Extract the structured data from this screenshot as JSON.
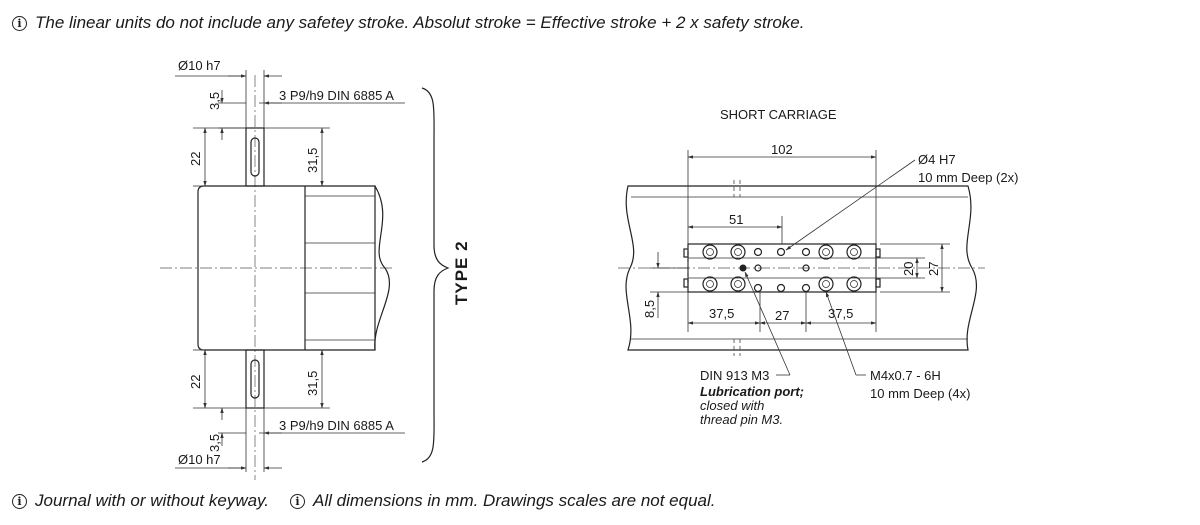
{
  "notes": {
    "top": "The linear units do not include any safetey stroke. Absolut stroke = Effective stroke + 2 x safety stroke.",
    "bottom_left": "Journal with or without keyway.",
    "bottom_right": "All dimensions in mm. Drawings scales are not equal."
  },
  "icons": {
    "note_icon": "info-icon",
    "note_icon_glyph": "i"
  },
  "left_view": {
    "shaft_dia_top": "Ø10 h7",
    "shaft_dia_bottom": "Ø10 h7",
    "key_top": "3 P9/h9 DIN 6885 A",
    "key_bottom": "3 P9/h9 DIN 6885 A",
    "dim_3_5_top": "3,5",
    "dim_3_5_bottom": "3,5",
    "dim_22_top": "22",
    "dim_22_bottom": "22",
    "dim_31_5_top": "31,5",
    "dim_31_5_bottom": "31,5",
    "type_label": "TYPE 2"
  },
  "right_view": {
    "title": "SHORT CARRIAGE",
    "dim_102": "102",
    "dim_51": "51",
    "dim_37_5_left": "37,5",
    "dim_27_horizontal": "27",
    "dim_37_5_right": "37,5",
    "dim_8_5": "8,5",
    "dim_20": "20",
    "dim_27_vertical": "27",
    "callout_pin_line1": "Ø4 H7",
    "callout_pin_line2": "10 mm Deep (2x)",
    "callout_thread_line1": "M4x0.7 - 6H",
    "callout_thread_line2": "10 mm Deep (4x)",
    "callout_lube_line1": "DIN 913 M3",
    "callout_lube_line2": "Lubrication port;",
    "callout_lube_line3": "closed with",
    "callout_lube_line4": "thread pin M3."
  }
}
